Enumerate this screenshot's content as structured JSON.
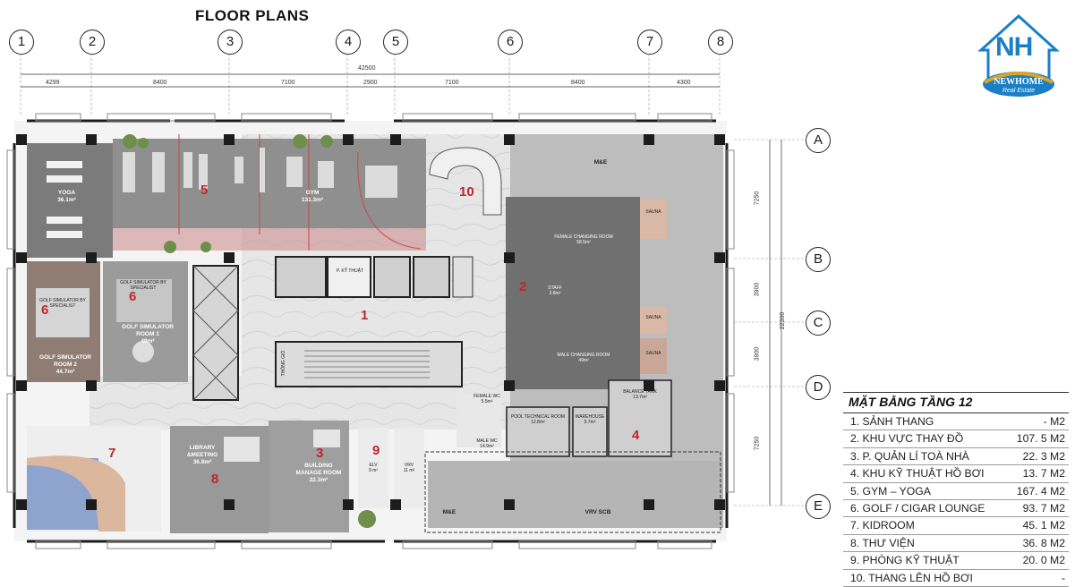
{
  "title": "FLOOR PLANS",
  "grid": {
    "columns": [
      "1",
      "2",
      "3",
      "4",
      "5",
      "6",
      "7",
      "8"
    ],
    "rows": [
      "A",
      "B",
      "C",
      "D",
      "E"
    ]
  },
  "dimensions": {
    "total_width": "42500",
    "spans": [
      "4299",
      "8400",
      "7100",
      "2900",
      "7100",
      "8400",
      "4300"
    ],
    "right_spans": [
      "7250",
      "3900",
      "3900",
      "7250"
    ],
    "total_height": "22300"
  },
  "rooms": {
    "yoga": {
      "name": "YOGA",
      "area": "36.1m²"
    },
    "gym": {
      "name": "GYM",
      "area": "131.3m²"
    },
    "golf1": {
      "name": "GOLF SIMULATOR ROOM 1",
      "area": "49m²"
    },
    "golf2": {
      "name": "GOLF SIMULATOR ROOM 2",
      "area": "44.7m²"
    },
    "golf_small_1": "GOLF SIMULATOR BY SPECIALIST",
    "golf_small_2": "GOLF SIMULATOR BY SPECIALIST",
    "p_ky_thuat": "P. KỸ THUẬT",
    "thong_gio": "THÔNG GIÓ",
    "library": {
      "name": "LIBRARY &MEETING",
      "area": "36.8m²"
    },
    "building_manage": {
      "name": "BUILDING MANAGE ROOM",
      "area": "22.3m²"
    },
    "elv": {
      "name": "ELV",
      "area": "9 m²"
    },
    "vrv": {
      "name": "VRV",
      "area": "11 m²"
    },
    "me_left": "M&E",
    "me_top": "M&E",
    "vrv_scb": "VRV SCB",
    "female_changing": {
      "name": "FEMALE CHANGING ROOM",
      "area": "58.5m²"
    },
    "male_changing": {
      "name": "MALE CHANGING ROOM",
      "area": "49m²"
    },
    "female_wc": {
      "name": "FEMALE WC",
      "area": "5.5m²"
    },
    "male_wc": {
      "name": "MALE WC",
      "area": "14.9m²"
    },
    "pool_technical": {
      "name": "POOL TECHNICAL ROOM",
      "area": "12.8m²"
    },
    "warehouse": {
      "name": "WAREHOUSE",
      "area": "5.7m²"
    },
    "balance_tank": {
      "name": "BALANCE TANK",
      "area": "13.7m²"
    },
    "sauna": "SAUNA",
    "staff_small": "STAFF",
    "staff_area": "2.8m²"
  },
  "zone_numbers": [
    "1",
    "2",
    "3",
    "4",
    "5",
    "6",
    "6",
    "7",
    "8",
    "9",
    "10"
  ],
  "legend": {
    "title": "MẶT BẰNG TẦNG 12",
    "rows": [
      {
        "label": "1.  SẢNH THANG",
        "value": "- M2"
      },
      {
        "label": "2. KHU VỰC THAY ĐỒ",
        "value": "107. 5 M2"
      },
      {
        "label": "3. P. QUẢN LÍ TOÀ NHÀ",
        "value": "22. 3 M2"
      },
      {
        "label": "4. KHU KỸ THUẬT HỒ BƠI",
        "value": "13. 7 M2"
      },
      {
        "label": "5. GYM – YOGA",
        "value": "167. 4 M2"
      },
      {
        "label": "6. GOLF / CIGAR LOUNGE",
        "value": "93. 7 M2"
      },
      {
        "label": "7. KIDROOM",
        "value": "45. 1 M2"
      },
      {
        "label": "8. THƯ VIỆN",
        "value": "36. 8 M2"
      },
      {
        "label": "9. PHÒNG KỸ THUẬT",
        "value": "20. 0 M2"
      },
      {
        "label": "10. THANG LÊN HỒ BƠI",
        "value": "-"
      }
    ]
  },
  "logo": {
    "letters": "NH",
    "brand": "NEWHOME",
    "sub": "Real Estate"
  },
  "colors": {
    "wall": "#1c1c1c",
    "floor_light": "#e8e8e8",
    "floor_gray": "#b9b9b9",
    "floor_dark": "#6e6e6e",
    "accent": "#c0262b",
    "logo_blue": "#1a7fc4",
    "logo_gold": "#d9a423"
  }
}
